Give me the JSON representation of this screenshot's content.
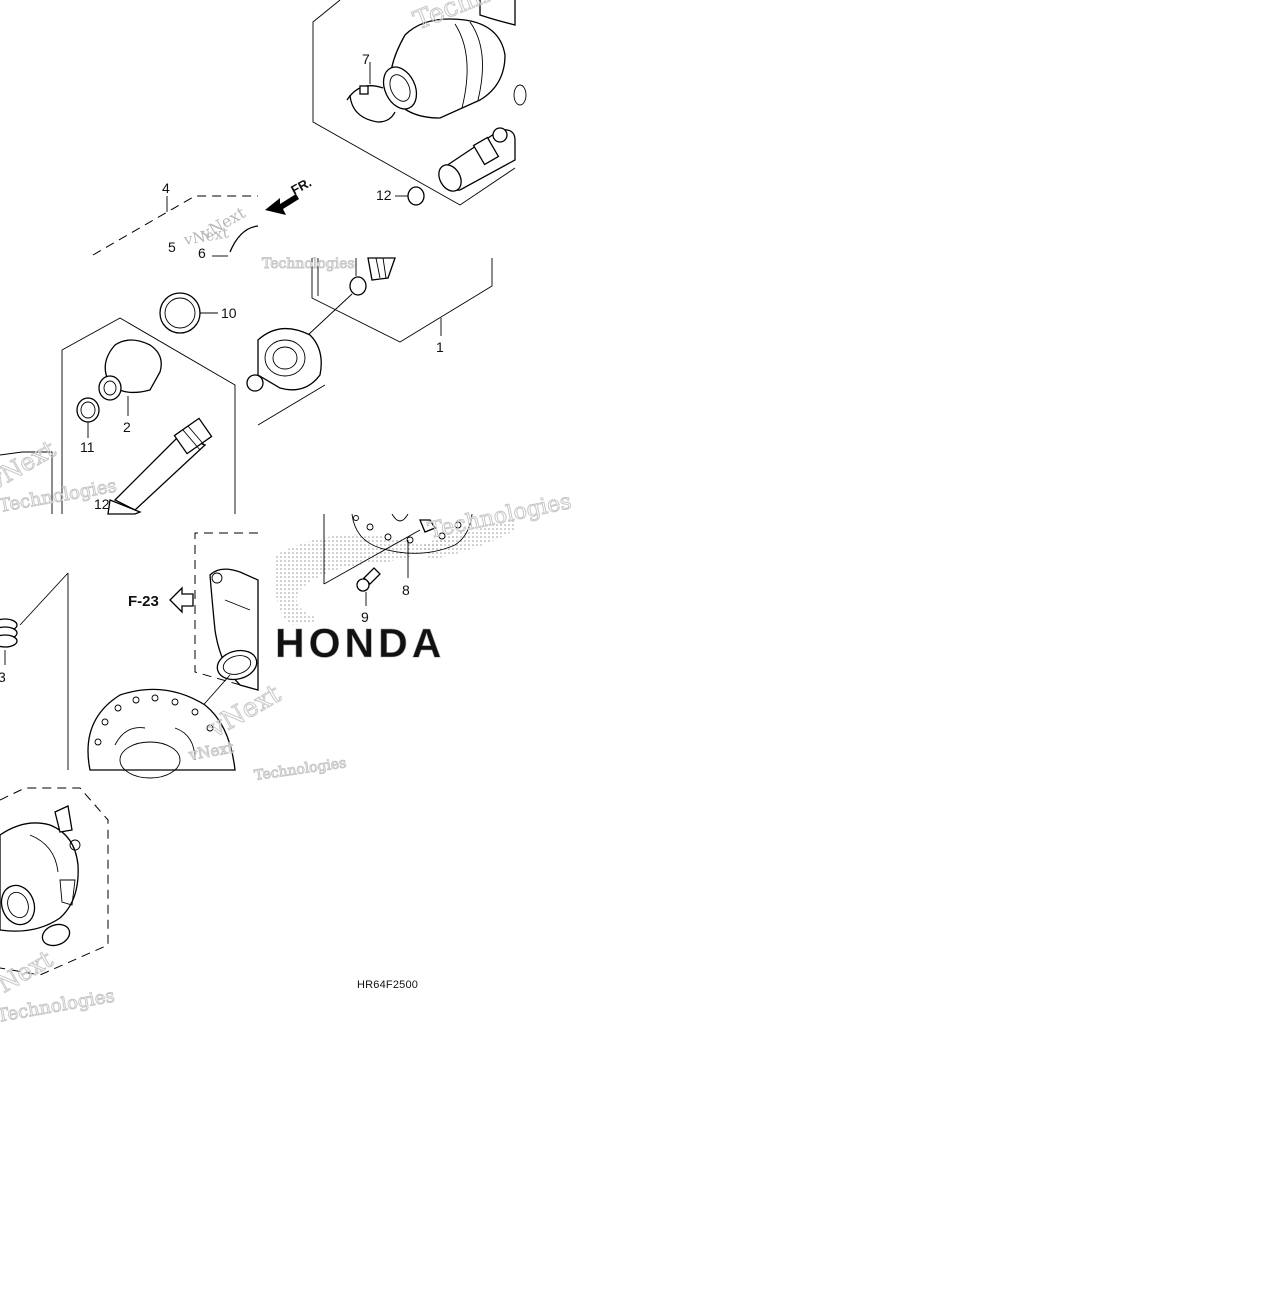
{
  "diagram": {
    "part_labels": [
      {
        "id": "label-7",
        "text": "7"
      },
      {
        "id": "label-4",
        "text": "4"
      },
      {
        "id": "label-5",
        "text": "5"
      },
      {
        "id": "label-6",
        "text": "6"
      },
      {
        "id": "label-12a",
        "text": "12"
      },
      {
        "id": "label-10",
        "text": "10"
      },
      {
        "id": "label-1",
        "text": "1"
      },
      {
        "id": "label-2",
        "text": "2"
      },
      {
        "id": "label-11",
        "text": "11"
      },
      {
        "id": "label-12b",
        "text": "12"
      },
      {
        "id": "label-8",
        "text": "8"
      },
      {
        "id": "label-9",
        "text": "9"
      },
      {
        "id": "label-3",
        "text": "3"
      }
    ],
    "direction_marker": "FR.",
    "page_reference": "F-23",
    "diagram_code": "HR64F2500",
    "brand_watermark": "HONDA",
    "watermark_text": [
      "vNext",
      "Technologies"
    ]
  }
}
